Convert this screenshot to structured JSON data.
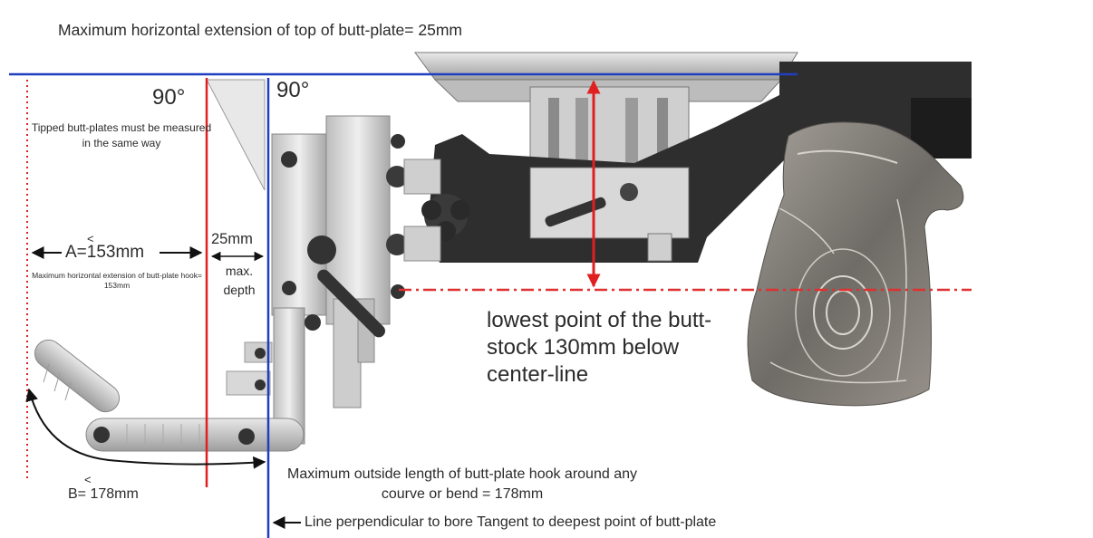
{
  "labels": {
    "top_extension": "Maximum horizontal extension of top of butt-plate= 25mm",
    "angle_left": "90°",
    "angle_right": "90°",
    "tipped_note": "Tipped butt-plates must be measured in the same way",
    "dim_a": "A=153mm",
    "dim_a_symbol": "<",
    "dim_a_note": "Maximum horizontal extension of butt-plate hook= 153mm",
    "depth_value": "25mm",
    "depth_note": "max. depth",
    "lowest_point": "lowest point of the butt-stock 130mm below center-line",
    "dim_b": "B= 178mm",
    "dim_b_symbol": "<",
    "outside_length": "Maximum outside length of butt-plate hook around any courve or bend = 178mm",
    "perpendicular": "Line perpendicular to bore Tangent to deepest point of butt-plate"
  },
  "colors": {
    "blue_line": "#1f3fbf",
    "red_line": "#e02020",
    "dashed_red": "#e03030",
    "metal_dark": "#2e2e2e",
    "metal_light": "#d2d2d2",
    "wood": "#8d8a85"
  }
}
